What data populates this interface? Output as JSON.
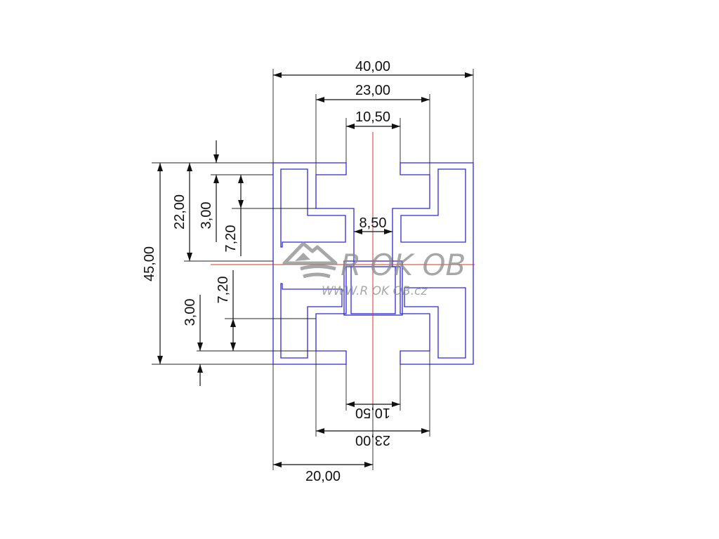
{
  "dimensions": {
    "overall_width": "40,00",
    "inner_width": "23,00",
    "slot_width_top": "10,50",
    "core_width": "8,50",
    "overall_height": "45,00",
    "half_height": "22,00",
    "lip_top": "3,00",
    "depth_top": "7,20",
    "depth_bottom": "7,20",
    "lip_bottom": "3,00",
    "slot_width_bottom": "10,50",
    "inner_width_bottom": "23,00",
    "half_width": "20,00"
  },
  "watermark": {
    "brand": "R OK OB",
    "url": "WWW.R OK OB.cz",
    "color": "#8a8a8a"
  },
  "colors": {
    "profile": "#2b2bd6",
    "axis": "#e03030",
    "dimension": "#111111"
  }
}
